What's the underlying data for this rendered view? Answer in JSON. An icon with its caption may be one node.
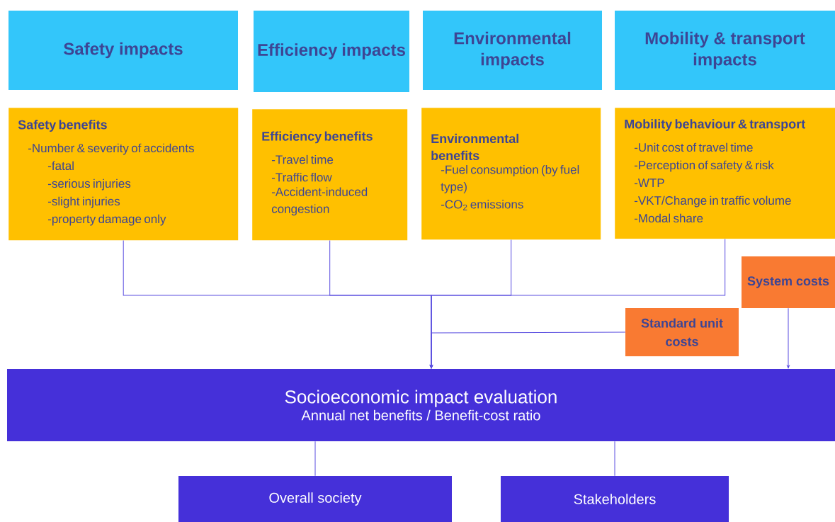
{
  "diagram": {
    "nodes": [
      {
        "text": [
          "Safety impacts"
        ]
      },
      {
        "text": [
          "Efficiency impacts"
        ]
      },
      {
        "text": [
          "Environmental impacts"
        ]
      },
      {
        "text": [
          "Mobility & transport impacts"
        ]
      },
      {
        "text": [
          "Safety benefits",
          "-Number & severity of accidents",
          "-fatal",
          "-serious injuries",
          "-slight injuries",
          "-property damage only"
        ]
      },
      {
        "text": [
          "Efficiency benefits",
          "-Travel time",
          "-Traffic flow",
          "-Accident-induced congestion"
        ]
      },
      {
        "text": [
          "Environmental benefits",
          "-Fuel consumption (by fuel type)",
          "-CO$_{2}$ emissions"
        ]
      },
      {
        "text": [
          "Mobility behaviour & transport",
          "-Unit cost of travel time",
          "-Perception of safety & risk",
          "-WTP",
          "-VKT/Change in traffic volume",
          "-Modal share"
        ]
      },
      {
        "text": [
          "System costs"
        ]
      },
      {
        "text": [
          "Standard unit costs"
        ]
      },
      {
        "text": [
          "Socioeconomic impact evaluation",
          "Annual net benefits / Benefit-cost ratio"
        ]
      },
      {
        "text": [
          "Overall society"
        ]
      },
      {
        "text": [
          "Stakeholders"
        ]
      }
    ],
    "edges": [
      {
        "from": 4,
        "to": 10,
        "arrow": "to"
      },
      {
        "from": 5,
        "to": 10,
        "arrow": "to"
      },
      {
        "from": 6,
        "to": 10,
        "arrow": "to"
      },
      {
        "from": 7,
        "to": 10,
        "arrow": "to"
      },
      {
        "from": 9,
        "to": 10,
        "arrow": "to"
      },
      {
        "from": 8,
        "to": 10,
        "arrow": "to"
      },
      {
        "from": 10,
        "to": 11,
        "arrow": "none"
      },
      {
        "from": 10,
        "to": 12,
        "arrow": "none"
      }
    ]
  }
}
